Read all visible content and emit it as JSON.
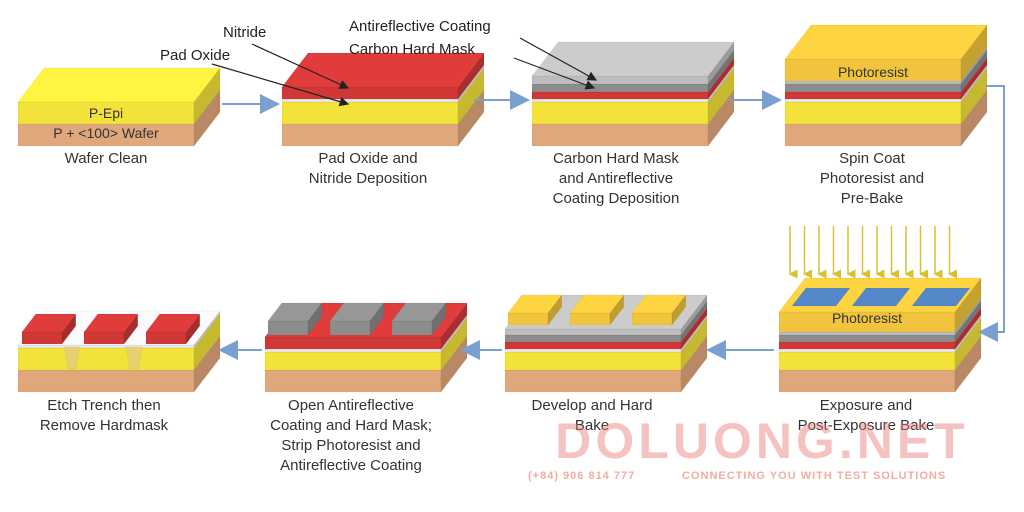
{
  "colors": {
    "substrate": "#e0a77a",
    "epi": "#f2e23a",
    "pad_oxide": "#e8e8ea",
    "nitride": "#d03838",
    "carbon_hard_mask": "#8c8c8c",
    "antireflective": "#bdbdbd",
    "photoresist": "#f0c43c",
    "mask_plate": "#5588c8",
    "arrow": "#7aa0d0",
    "uv_arrow": "#d8c030"
  },
  "steps": [
    {
      "id": "wafer-clean",
      "caption": [
        "Wafer Clean"
      ],
      "layer_labels": [
        "P-Epi",
        "P + <100> Wafer"
      ]
    },
    {
      "id": "pad-oxide-nitride",
      "caption": [
        "Pad Oxide and",
        "Nitride Deposition"
      ]
    },
    {
      "id": "carbon-hard-mask",
      "caption": [
        "Carbon Hard Mask",
        "and Antireflective",
        "Coating Deposition"
      ]
    },
    {
      "id": "spin-coat",
      "caption": [
        "Spin Coat",
        "Photoresist and",
        "Pre-Bake"
      ],
      "layer_labels": [
        "Photoresist"
      ]
    },
    {
      "id": "exposure",
      "caption": [
        "Exposure and",
        "Post-Exposure Bake"
      ],
      "layer_labels": [
        "Photoresist"
      ]
    },
    {
      "id": "develop",
      "caption": [
        "Develop and Hard",
        "Bake"
      ]
    },
    {
      "id": "open-arc",
      "caption": [
        "Open Antireflective",
        "Coating and Hard Mask;",
        "Strip Photoresist and",
        "Antireflective Coating"
      ]
    },
    {
      "id": "etch-trench",
      "caption": [
        "Etch Trench then",
        "Remove Hardmask"
      ]
    }
  ],
  "callouts": {
    "nitride": "Nitride",
    "pad_oxide": "Pad Oxide",
    "antireflective": "Antireflective Coating",
    "carbon_hard_mask": "Carbon Hard Mask"
  },
  "watermark": {
    "name": "DOLUONG.NET",
    "phone": "(+84) 906 814 777",
    "tagline": "CONNECTING YOU WITH TEST SOLUTIONS"
  }
}
